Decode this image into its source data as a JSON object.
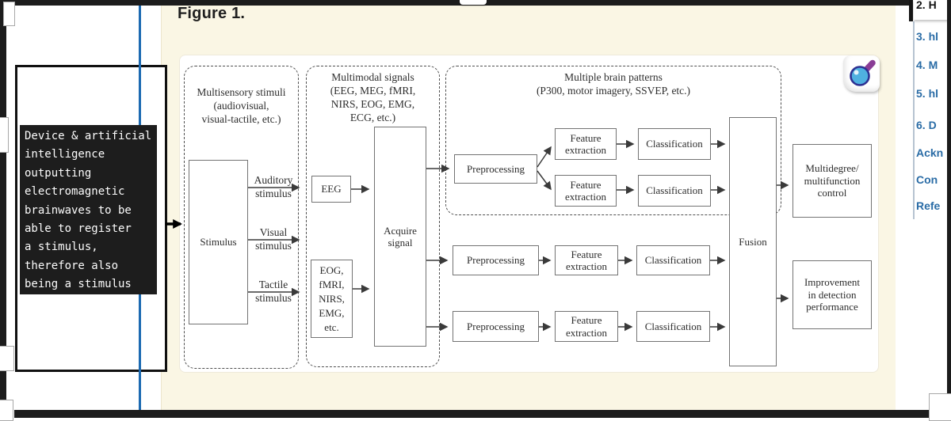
{
  "figure": {
    "label": "Figure 1."
  },
  "annotation": {
    "text": "Device & artificial\nintelligence\noutputting\nelectromagnetic\nbrainwaves to be\nable to register\na stimulus,\ntherefore also\nbeing a stimulus"
  },
  "diagram": {
    "groups": {
      "multisensory": "Multisensory stimuli\n(audiovisual,\nvisual-tactile, etc.)",
      "multimodal": "Multimodal signals\n(EEG, MEG, fMRI,\nNIRS, EOG, EMG,\nECG, etc.)",
      "patterns": "Multiple brain patterns\n(P300, motor imagery, SSVEP, etc.)"
    },
    "boxes": {
      "stimulus": "Stimulus",
      "eeg": "EEG",
      "eog": "EOG,\nfMRI,\nNIRS,\nEMG,\netc.",
      "acquire": "Acquire\nsignal",
      "preprocessing": "Preprocessing",
      "feature_extraction": "Feature\nextraction",
      "classification": "Classification",
      "fusion": "Fusion",
      "control": "Multidegree/\nmultifunction\ncontrol",
      "improvement": "Improvement\nin detection\nperformance"
    },
    "arrow_labels": {
      "auditory": "Auditory\nstimulus",
      "visual": "Visual\nstimulus",
      "tactile": "Tactile\nstimulus"
    }
  },
  "sidebar": {
    "items": [
      {
        "label": "2. H",
        "active": true
      },
      {
        "label": "3. hl"
      },
      {
        "label": "4. M"
      },
      {
        "label": "5. hl"
      },
      {
        "label": "6. D"
      },
      {
        "label": "Ackn"
      },
      {
        "label": "Con"
      },
      {
        "label": "Refe"
      }
    ]
  },
  "icons": {
    "figure_tool": "magnifier-icon"
  },
  "colors": {
    "accent_blue": "#1c6ab2",
    "link_blue": "#2a6ca6",
    "panel_beige": "#faf6e4",
    "annotation_bg": "#1d1d1d",
    "lens_blue": "#4fb0e0",
    "lens_handle_purple": "#8a3d96"
  }
}
